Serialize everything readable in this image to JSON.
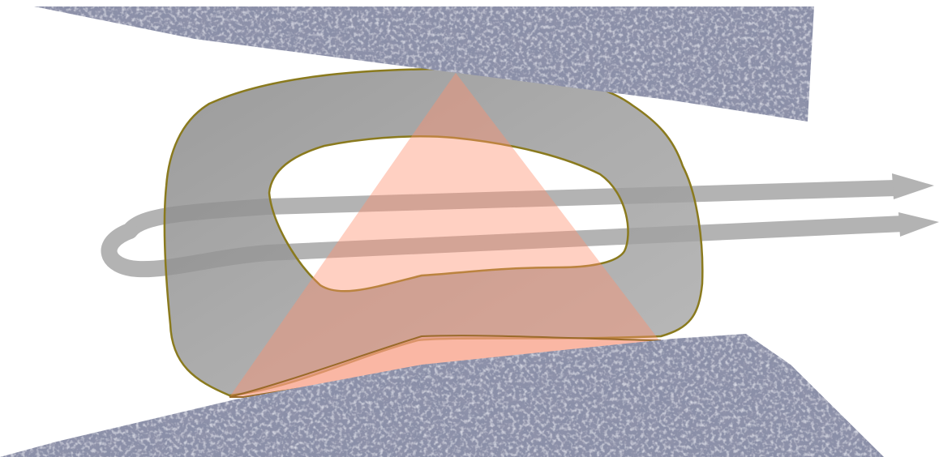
{
  "diagram": {
    "elements": [
      "top-rock-wedge",
      "bottom-rock-wedge",
      "gray-arrow-path",
      "gray-ring-body",
      "salmon-triangle",
      "salmon-lower-band"
    ]
  },
  "colors": {
    "background": "#ffffff",
    "rock_base": "#8a8fa8",
    "rock_dark": "#4a4e66",
    "rock_light": "#c6c9da",
    "ring_fill": "#8c8c8c",
    "ring_outline": "#8a7a1e",
    "arrow": "#b4b4b4",
    "triangle": "#ff8f6e",
    "band": "#f4a08a"
  }
}
